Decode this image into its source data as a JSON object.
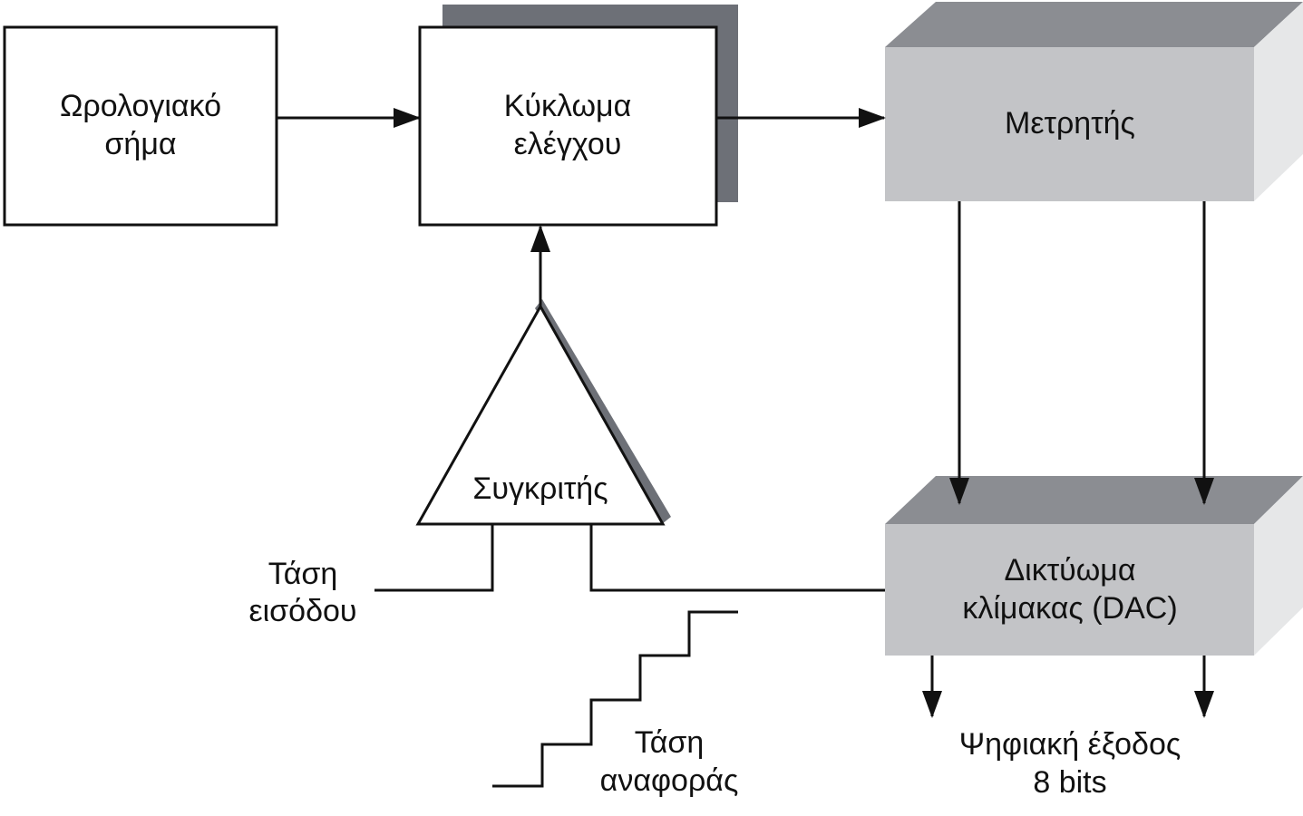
{
  "blocks": {
    "clock": {
      "line1": "Ωρολογιακό",
      "line2": "σήμα"
    },
    "control": {
      "line1": "Κύκλωμα",
      "line2": "ελέγχου"
    },
    "counter": {
      "label": "Μετρητής"
    },
    "dac": {
      "line1": "Δικτύωμα",
      "line2": "κλίμακας (DAC)"
    },
    "comparator": {
      "label": "Συγκριτής"
    }
  },
  "labels": {
    "input_voltage": {
      "line1": "Τάση",
      "line2": "εισόδου"
    },
    "reference_voltage": {
      "line1": "Τάση",
      "line2": "αναφοράς"
    },
    "digital_output": {
      "line1": "Ψηφιακή έξοδος",
      "line2": "8 bits"
    }
  },
  "colors": {
    "line": "#111111",
    "box_fill": "#ffffff",
    "shadow": "#6d7077",
    "block3d_front": "#c3c4c7",
    "block3d_top": "#8b8d92",
    "block3d_side": "#e6e7e8"
  }
}
